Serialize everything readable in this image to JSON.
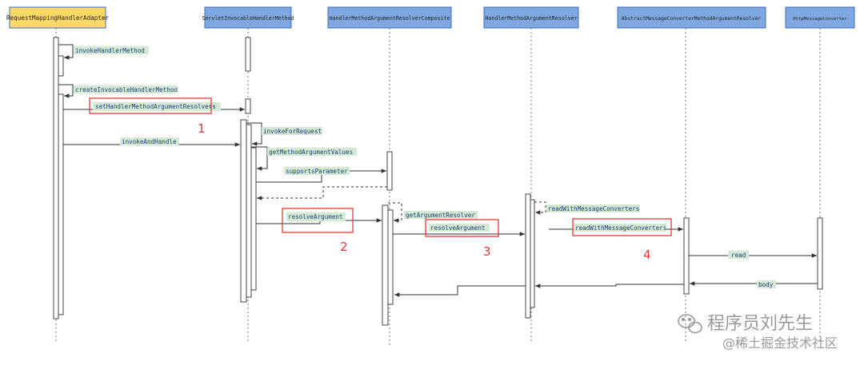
{
  "participants": [
    {
      "name": "RequestMappingHandlerAdapter",
      "highlight": true
    },
    {
      "name": "ServletInvocableHandlerMethod"
    },
    {
      "name": "HandlerMethodArgumentResolverComposite"
    },
    {
      "name": "HandlerMethodArgumentResolver"
    },
    {
      "name": "AbstractMessageConverterMethodArgumentResolver"
    },
    {
      "name": "HttpMessageConverter"
    }
  ],
  "messages": {
    "m1": "invokeHandlerMethod",
    "m2": "createInvocableHandlerMethod",
    "m3": "setHandlerMethodArgumentResolvers",
    "m4": "invokeForRequest",
    "m5": "invokeAndHandle",
    "m6": "getMethodArgumentValues",
    "m7": "supportsParameter",
    "m8": "readWithMessageConverters",
    "m9": "resolveArgument",
    "m10": "getArgumentResolver",
    "m11": "resolveArgument",
    "m12": "readWithMessageConverters",
    "m13": "read",
    "m14": "body"
  },
  "steps": [
    "1",
    "2",
    "3",
    "4"
  ],
  "watermark": {
    "account": "程序员刘先生",
    "site": "@稀土掘金技术社区"
  },
  "colors": {
    "header": "#7fa8e0",
    "header_highlight": "#ffd966",
    "header_border": "#3d6cc0",
    "label_bg": "#d5ead5",
    "annotation": "#e53935",
    "line": "#333333"
  }
}
